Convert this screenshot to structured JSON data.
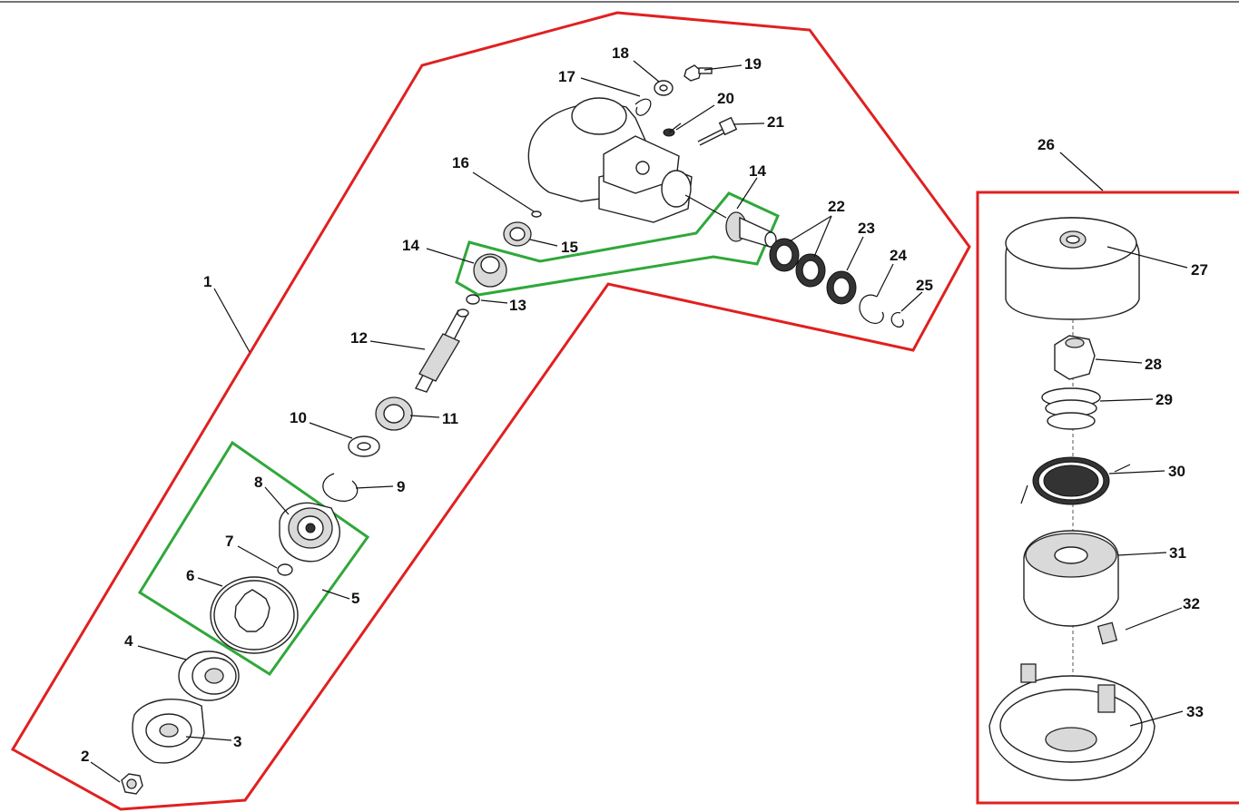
{
  "diagram": {
    "outline_colors": {
      "group_main": "#e02020",
      "group_sub": "#2fa83a",
      "head_box": "#e02020"
    },
    "callouts": [
      {
        "id": "c1",
        "text": "1"
      },
      {
        "id": "c2",
        "text": "2"
      },
      {
        "id": "c3",
        "text": "3"
      },
      {
        "id": "c4",
        "text": "4"
      },
      {
        "id": "c5",
        "text": "5"
      },
      {
        "id": "c6",
        "text": "6"
      },
      {
        "id": "c7",
        "text": "7"
      },
      {
        "id": "c8",
        "text": "8"
      },
      {
        "id": "c9",
        "text": "9"
      },
      {
        "id": "c10",
        "text": "10"
      },
      {
        "id": "c11",
        "text": "11"
      },
      {
        "id": "c12",
        "text": "12"
      },
      {
        "id": "c13",
        "text": "13"
      },
      {
        "id": "c14a",
        "text": "14"
      },
      {
        "id": "c14b",
        "text": "14"
      },
      {
        "id": "c15",
        "text": "15"
      },
      {
        "id": "c16",
        "text": "16"
      },
      {
        "id": "c17",
        "text": "17"
      },
      {
        "id": "c18",
        "text": "18"
      },
      {
        "id": "c19",
        "text": "19"
      },
      {
        "id": "c20",
        "text": "20"
      },
      {
        "id": "c21",
        "text": "21"
      },
      {
        "id": "c22",
        "text": "22"
      },
      {
        "id": "c23",
        "text": "23"
      },
      {
        "id": "c24",
        "text": "24"
      },
      {
        "id": "c25",
        "text": "25"
      },
      {
        "id": "c26",
        "text": "26"
      },
      {
        "id": "c27",
        "text": "27"
      },
      {
        "id": "c28",
        "text": "28"
      },
      {
        "id": "c29",
        "text": "29"
      },
      {
        "id": "c30",
        "text": "30"
      },
      {
        "id": "c31",
        "text": "31"
      },
      {
        "id": "c32",
        "text": "32"
      },
      {
        "id": "c33",
        "text": "33"
      }
    ]
  }
}
